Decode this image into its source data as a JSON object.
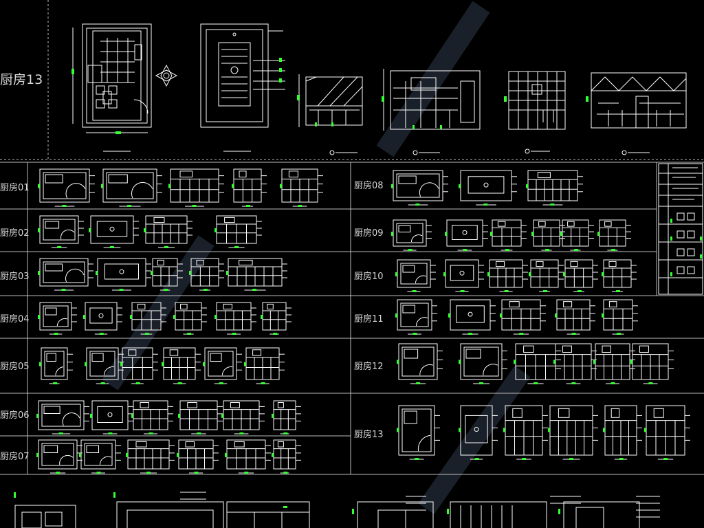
{
  "top_panel": {
    "label": "厨房13"
  },
  "left_rows": [
    {
      "label": "厨房01"
    },
    {
      "label": "厨房02"
    },
    {
      "label": "厨房03"
    },
    {
      "label": "厨房04"
    },
    {
      "label": "厨房05"
    },
    {
      "label": "厨房06"
    },
    {
      "label": "厨房07"
    }
  ],
  "right_rows": [
    {
      "label": "厨房08"
    },
    {
      "label": "厨房09"
    },
    {
      "label": "厨房10"
    },
    {
      "label": "厨房11"
    },
    {
      "label": "厨房12"
    },
    {
      "label": "厨房13"
    }
  ],
  "colors": {
    "background": "#000000",
    "linework": "#ffffff",
    "frame": "#bdbdbd",
    "accent": "#33ff33",
    "label": "#d8d8d8",
    "watermark": "#2e3a4a"
  }
}
